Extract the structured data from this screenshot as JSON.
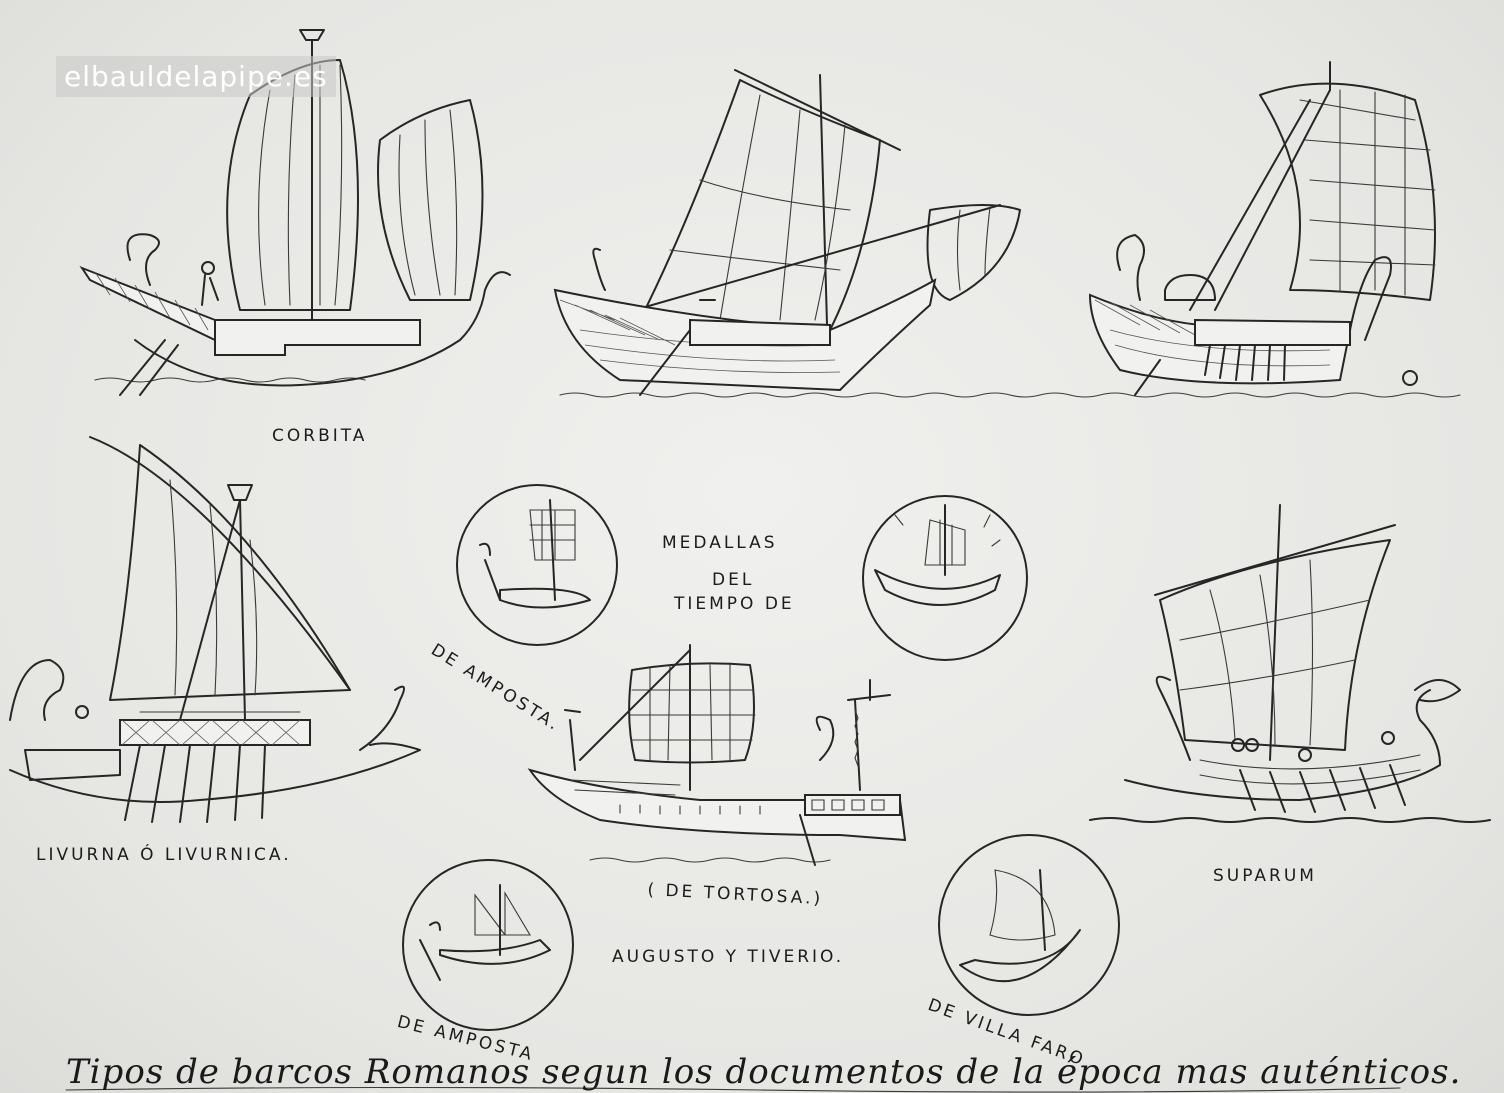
{
  "watermark": "elbauldelapipe.es",
  "labels": {
    "corbita": "CORBITA",
    "medallas_1": "MEDALLAS",
    "medallas_2": "DEL",
    "medallas_3": "TIEMPO DE",
    "amposta_top": "DE AMPOSTA.",
    "livurna": "LIVURNA Ó LIVURNICA.",
    "tortosa": "( DE TORTOSA.)",
    "suparum": "SUPARUM",
    "augusto": "AUGUSTO Y TIVERIO.",
    "amposta_bottom": "DE AMPOSTA",
    "villa_faro": "DE VILLA FARO"
  },
  "caption": "Tipos de barcos Romanos segun los documentos de la época mas auténticos."
}
